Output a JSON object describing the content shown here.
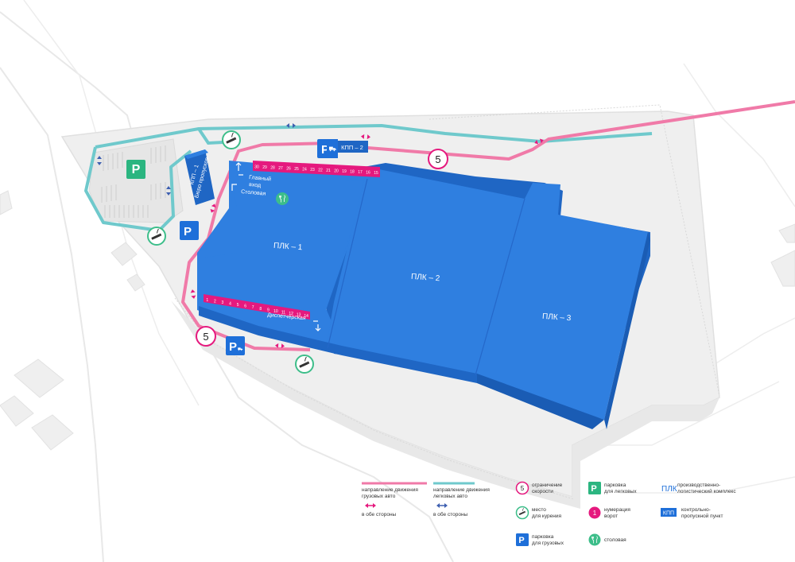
{
  "colors": {
    "building": "#2F7FE0",
    "building_dark": "#1F66C4",
    "building_side": "#2568C9",
    "truck_route": "#F07AA8",
    "car_route": "#6FC9CC",
    "ground": "#EFEFEF",
    "ground_edge": "#E2E2E2",
    "accent_pink": "#E5197E",
    "dark_blue_arrow": "#3D5FB0",
    "canteen_green": "#3DBE8A",
    "car_parking_green": "#2BB580",
    "truck_parking_blue": "#1E6FD9"
  },
  "buildings": {
    "plk1": "ПЛК – 1",
    "plk2": "ПЛК – 2",
    "plk3": "ПЛК – 3",
    "kpp1": "КПП – 1",
    "pass_office": "Бюро пропусков",
    "kpp2": "КПП – 2"
  },
  "labels": {
    "main_entrance_1": "Главный",
    "main_entrance_2": "вход",
    "canteen": "Столовая",
    "dispatch": "Диспетчерская",
    "speed_limit": "5",
    "parking_letter": "P"
  },
  "gates_top": [
    "30",
    "29",
    "28",
    "27",
    "26",
    "25",
    "24",
    "23",
    "22",
    "21",
    "20",
    "19",
    "18",
    "17",
    "16",
    "15"
  ],
  "gates_bottom": [
    "1",
    "2",
    "3",
    "4",
    "5",
    "6",
    "7",
    "8",
    "9",
    "10",
    "11",
    "12",
    "13",
    "14"
  ],
  "icons": {
    "smoking": "smoking-icon",
    "canteen": "canteen-icon",
    "truck_parking": "truck-parking-icon",
    "car_parking": "car-parking-icon",
    "speed": "speed-limit-icon",
    "gate_number": "gate-number-icon"
  },
  "legend": {
    "truck_route_1": "направление движения",
    "truck_route_2": "грузовых авто",
    "truck_both": "в обе стороны",
    "car_route_1": "направление движения",
    "car_route_2": "легковых авто",
    "car_both": "в обе стороны",
    "speed_value": "5",
    "speed_1": "ограничение",
    "speed_2": "скорости",
    "smoke_1": "место",
    "smoke_2": "для курения",
    "truck_parking_1": "парковка",
    "truck_parking_2": "для грузовых",
    "car_parking_1": "парковка",
    "car_parking_2": "для легковых",
    "gate_num_value": "1",
    "gate_num_1": "нумерация",
    "gate_num_2": "ворот",
    "canteen": "столовая",
    "plk_abbr": "ПЛК",
    "plk_1": "производственно-",
    "plk_2": "логистический комплекс",
    "kpp_abbr": "КПП",
    "kpp_1": "контрольно-",
    "kpp_2": "пропускной пункт"
  }
}
